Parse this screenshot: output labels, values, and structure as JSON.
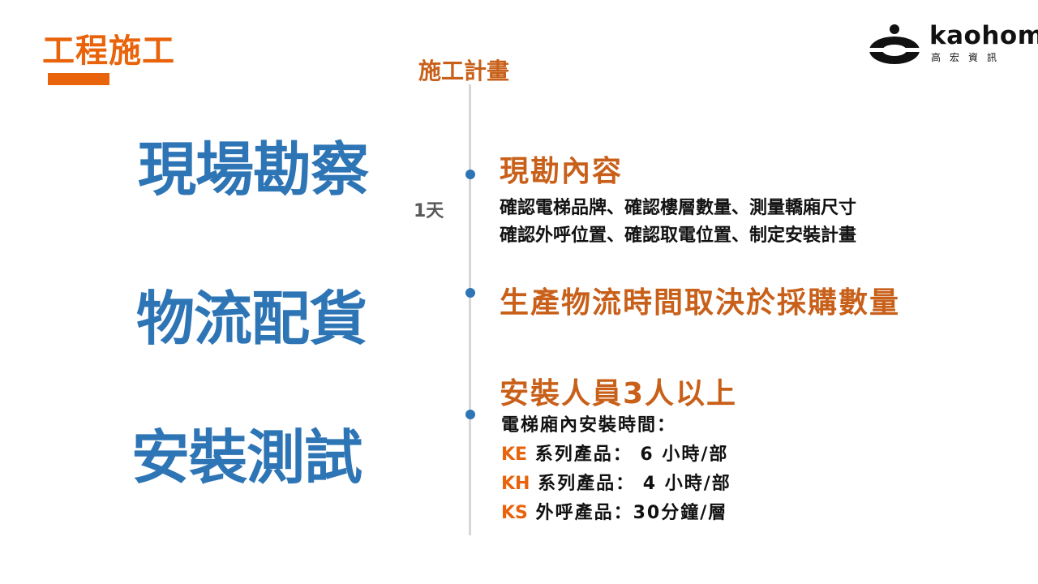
{
  "header": {
    "title": "工程施工",
    "logo_text": "kaohom",
    "logo_subtext": "高宏資訊"
  },
  "timeline": {
    "section_title": "施工計畫",
    "stages": [
      {
        "heading": "現場勘察",
        "duration": "1天",
        "subheading": "現勘內容",
        "details": [
          "確認電梯品牌、確認樓層數量、測量轎廂尺寸",
          "確認外呼位置、確認取電位置、制定安裝計畫"
        ]
      },
      {
        "heading": "物流配貨",
        "subheading": "生產物流時間取決於採購數量"
      },
      {
        "heading": "安裝測試",
        "subheading": "安裝人員3人以上",
        "intro": "電梯廂內安裝時間：",
        "items": [
          {
            "code": "KE",
            "text": "系列產品： 6 小時/部"
          },
          {
            "code": "KH",
            "text": "系列產品： 4 小時/部"
          },
          {
            "code": "KS",
            "text": "外呼產品：30分鐘/層"
          }
        ]
      }
    ]
  },
  "colors": {
    "accent_orange": "#e8630a",
    "heading_orange": "#c8601a",
    "heading_blue": "#2e75b6",
    "timeline_gray": "#d6d6d6"
  }
}
